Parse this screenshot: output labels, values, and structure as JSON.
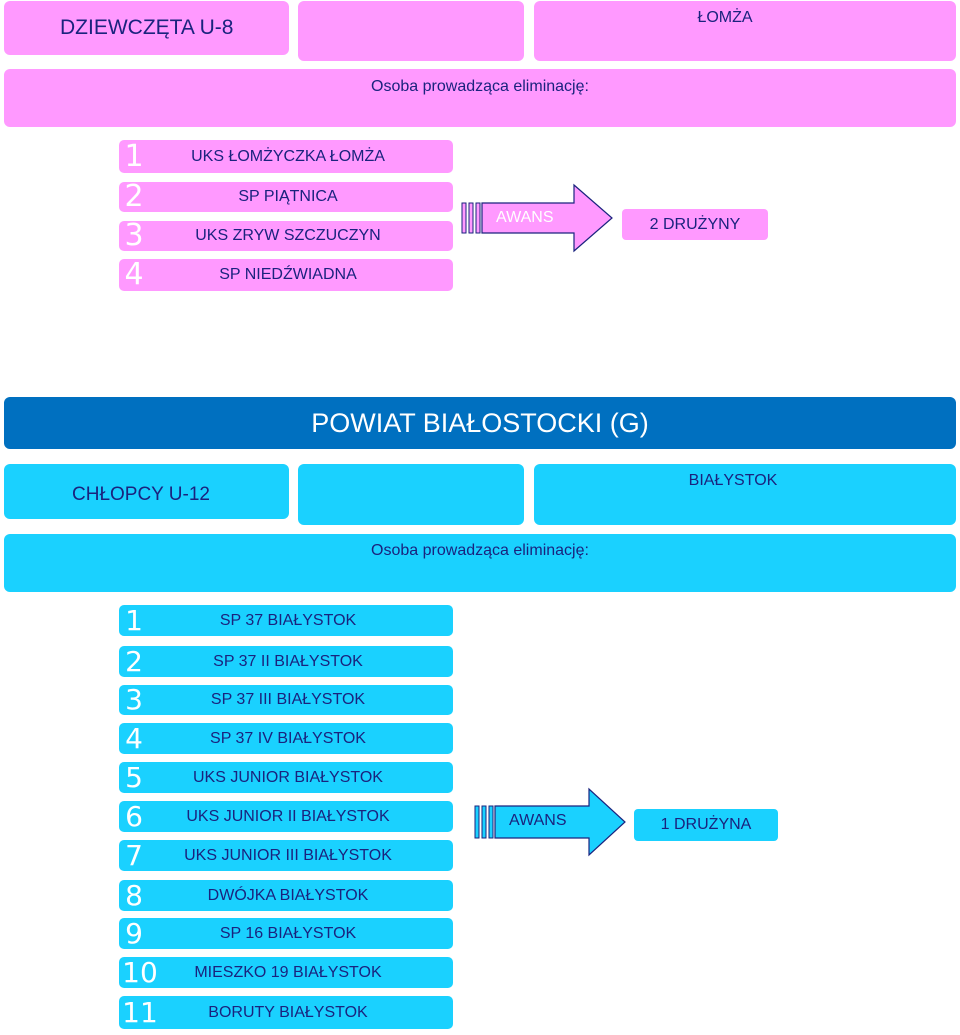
{
  "lomza": {
    "category": "DZIEWCZĘTA U-8",
    "city": "ŁOMŻA",
    "leader_label": "Osoba prowadząca eliminację:",
    "teams": [
      {
        "n": "1",
        "name": "UKS ŁOMŻYCZKA ŁOMŻA"
      },
      {
        "n": "2",
        "name": "SP PIĄTNICA"
      },
      {
        "n": "3",
        "name": "UKS ZRYW SZCZUCZYN"
      },
      {
        "n": "4",
        "name": "SP NIEDŹWIADNA"
      }
    ],
    "advance_label": "AWANS",
    "advance_count": "2 DRUŻYNY"
  },
  "bialostocki": {
    "region_title": "POWIAT BIAŁOSTOCKI (G)",
    "category": "CHŁOPCY U-12",
    "city": "BIAŁYSTOK",
    "leader_label": "Osoba prowadząca eliminację:",
    "teams": [
      {
        "n": "1",
        "name": "SP 37 BIAŁYSTOK"
      },
      {
        "n": "2",
        "name": "SP 37 II BIAŁYSTOK"
      },
      {
        "n": "3",
        "name": "SP 37 III BIAŁYSTOK"
      },
      {
        "n": "4",
        "name": "SP 37 IV BIAŁYSTOK"
      },
      {
        "n": "5",
        "name": "UKS JUNIOR BIAŁYSTOK"
      },
      {
        "n": "6",
        "name": "UKS JUNIOR II BIAŁYSTOK"
      },
      {
        "n": "7",
        "name": "UKS JUNIOR III BIAŁYSTOK"
      },
      {
        "n": "8",
        "name": "DWÓJKA BIAŁYSTOK"
      },
      {
        "n": "9",
        "name": "SP 16 BIAŁYSTOK"
      },
      {
        "n": "10",
        "name": "MIESZKO 19 BIAŁYSTOK"
      },
      {
        "n": "11",
        "name": "BORUTY BIAŁYSTOK"
      }
    ],
    "advance_label": "AWANS",
    "advance_count": "1 DRUŻYNA"
  }
}
